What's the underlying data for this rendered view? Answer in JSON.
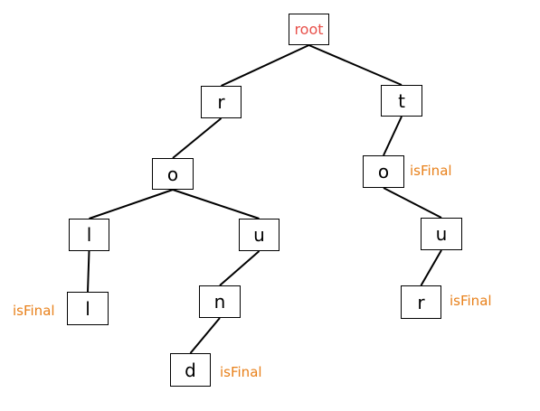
{
  "colors": {
    "root_text": "#e8504a",
    "final_label": "#e8801a",
    "node_text": "#000000",
    "edge": "#000000"
  },
  "nodes": {
    "root": {
      "label": "root"
    },
    "r1": {
      "label": "r"
    },
    "t": {
      "label": "t"
    },
    "o1": {
      "label": "o"
    },
    "l1": {
      "label": "l"
    },
    "u1": {
      "label": "u"
    },
    "l2": {
      "label": "l",
      "final_label": "isFinal"
    },
    "n": {
      "label": "n"
    },
    "d": {
      "label": "d",
      "final_label": "isFinal"
    },
    "o2": {
      "label": "o",
      "final_label": "isFinal"
    },
    "u2": {
      "label": "u"
    },
    "r2": {
      "label": "r",
      "final_label": "isFinal"
    }
  },
  "edges": [
    [
      "root",
      "r1"
    ],
    [
      "root",
      "t"
    ],
    [
      "r1",
      "o1"
    ],
    [
      "o1",
      "l1"
    ],
    [
      "o1",
      "u1"
    ],
    [
      "l1",
      "l2"
    ],
    [
      "u1",
      "n"
    ],
    [
      "n",
      "d"
    ],
    [
      "t",
      "o2"
    ],
    [
      "o2",
      "u2"
    ],
    [
      "u2",
      "r2"
    ]
  ]
}
